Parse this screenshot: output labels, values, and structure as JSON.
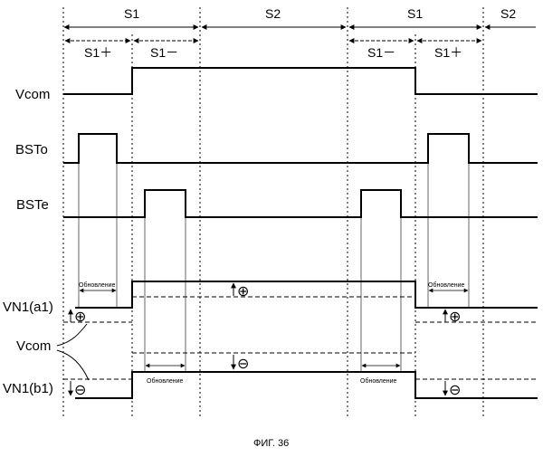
{
  "periods": {
    "s1": "S1",
    "s2": "S2"
  },
  "sub_periods": {
    "plus": "S1＋",
    "minus": "S1－"
  },
  "signals": {
    "vcom": "Vcom",
    "bsto": "BSTo",
    "bste": "BSTe",
    "vn1a1": "VN1(a1)",
    "vcom_ref": "Vcom",
    "vn1b1": "VN1(b1)"
  },
  "annotations": {
    "refresh": "Обновление",
    "plus_symbol": "⊕",
    "minus_symbol": "⊖"
  },
  "caption": "ФИГ. 36"
}
